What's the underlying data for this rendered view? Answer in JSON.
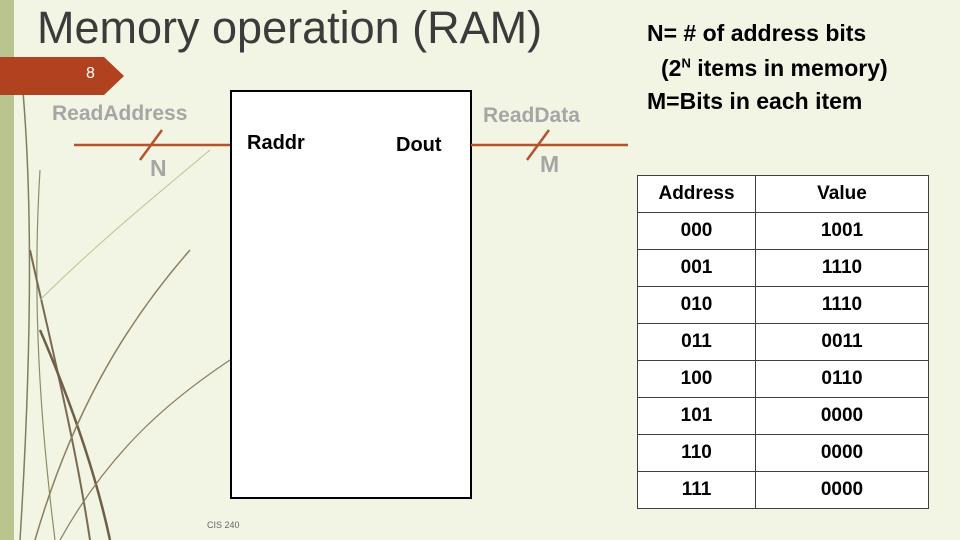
{
  "slide": {
    "title": "Memory operation (RAM)",
    "number": "8",
    "footer": "CIS 240"
  },
  "legend": {
    "line1": "N= # of address bits",
    "line2_prefix": "(2",
    "line2_sup": "N",
    "line2_suffix": " items in memory)",
    "line3": "M=Bits in each item"
  },
  "diagram": {
    "input_signal": "ReadAddress",
    "input_width": "N",
    "output_signal": "ReadData",
    "output_width": "M",
    "port_in": "Raddr",
    "port_out": "Dout"
  },
  "table": {
    "headers": [
      "Address",
      "Value"
    ],
    "rows": [
      [
        "000",
        "1001"
      ],
      [
        "001",
        "1110"
      ],
      [
        "010",
        "1110"
      ],
      [
        "011",
        "0011"
      ],
      [
        "100",
        "0110"
      ],
      [
        "101",
        "0000"
      ],
      [
        "110",
        "0000"
      ],
      [
        "111",
        "0000"
      ]
    ]
  },
  "colors": {
    "accent": "#b1421f",
    "wire": "#b5532f",
    "label_gray": "#a6a6a6",
    "background": "#f2f5e3"
  }
}
